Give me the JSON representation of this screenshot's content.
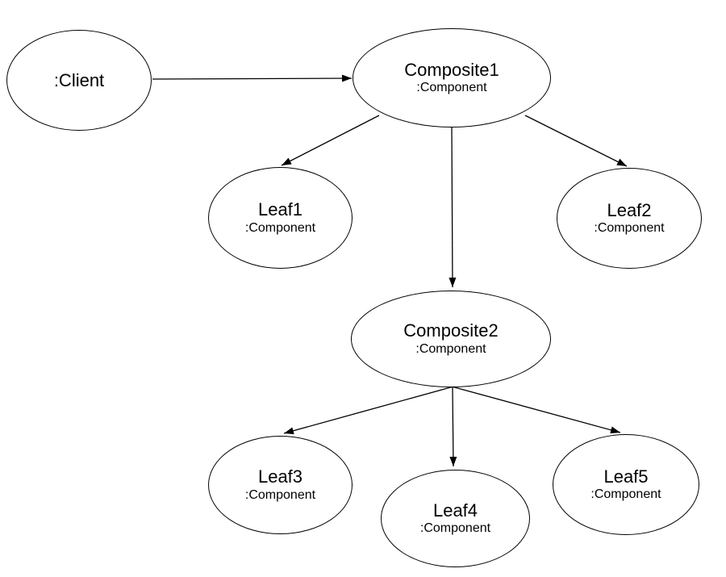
{
  "diagram": {
    "kind": "uml-object-diagram",
    "pattern": "Composite",
    "colors": {
      "background": "#ffffff",
      "stroke": "#000000",
      "text": "#000000"
    },
    "nodes": {
      "client": {
        "label": ":Client"
      },
      "composite1": {
        "label": "Composite1",
        "type": ":Component"
      },
      "leaf1": {
        "label": "Leaf1",
        "type": ":Component"
      },
      "leaf2": {
        "label": "Leaf2",
        "type": ":Component"
      },
      "composite2": {
        "label": "Composite2",
        "type": ":Component"
      },
      "leaf3": {
        "label": "Leaf3",
        "type": ":Component"
      },
      "leaf4": {
        "label": "Leaf4",
        "type": ":Component"
      },
      "leaf5": {
        "label": "Leaf5",
        "type": ":Component"
      }
    },
    "edges": [
      {
        "from": "client",
        "to": "composite1"
      },
      {
        "from": "composite1",
        "to": "leaf1"
      },
      {
        "from": "composite1",
        "to": "composite2"
      },
      {
        "from": "composite1",
        "to": "leaf2"
      },
      {
        "from": "composite2",
        "to": "leaf3"
      },
      {
        "from": "composite2",
        "to": "leaf4"
      },
      {
        "from": "composite2",
        "to": "leaf5"
      }
    ]
  }
}
